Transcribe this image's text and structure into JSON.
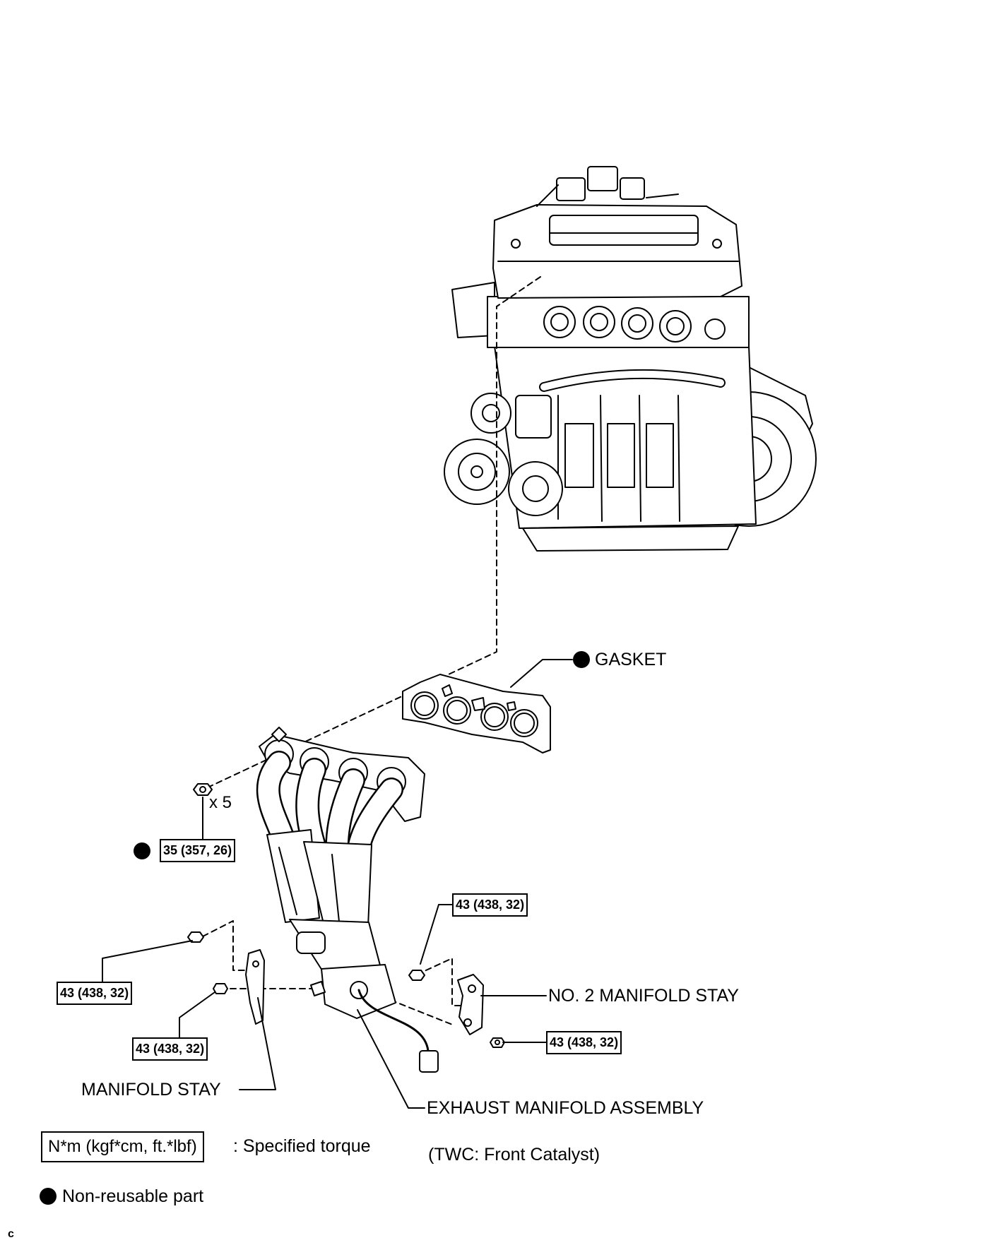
{
  "labels": {
    "gasket": "GASKET",
    "x5": "x 5",
    "no2_manifold_stay": "NO. 2 MANIFOLD STAY",
    "manifold_stay": "MANIFOLD STAY",
    "exhaust_manifold": "EXHAUST MANIFOLD ASSEMBLY",
    "twc": "(TWC: Front Catalyst)"
  },
  "torques": {
    "manifold_nut": "35 (357, 26)",
    "stay_bolt_upper_right": "43 (438, 32)",
    "stay_bolt_left": "43 (438, 32)",
    "stay_nut_left": "43 (438, 32)",
    "stay_nut_right": "43 (438, 32)"
  },
  "legend": {
    "torque_unit": "N*m (kgf*cm, ft.*lbf)",
    "torque_desc": ": Specified torque",
    "non_reusable": "Non-reusable part"
  },
  "corner_mark": "c",
  "icons": {
    "non_reusable": "filled-circle-icon"
  },
  "colors": {
    "line": "#000000",
    "background": "#ffffff"
  }
}
